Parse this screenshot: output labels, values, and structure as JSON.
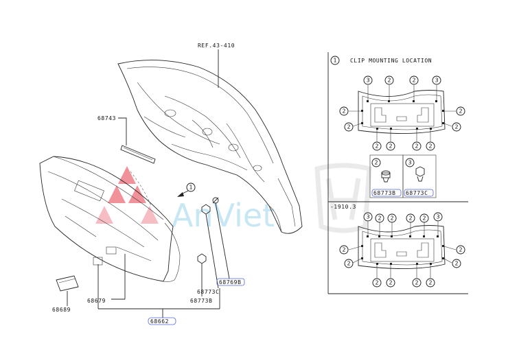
{
  "diagram": {
    "ref_label": "REF.43-410",
    "callout_main": "1",
    "part_numbers": {
      "p68743": "68743",
      "p68769b": "68769B",
      "p68773c": "68773C",
      "p68773b": "68773B",
      "p68679": "68679",
      "p68689": "68689",
      "p68662": "68662"
    },
    "detail": {
      "callout": "1",
      "title": "CLIP MOUNTING LOCATION",
      "clip_b_callout": "2",
      "clip_c_callout": "3",
      "clip_b_part": "68773B",
      "clip_c_part": "68773C",
      "date_label": "-1910.3",
      "upper_numbers": [
        "3",
        "2",
        "2",
        "3",
        "2",
        "2",
        "2",
        "2",
        "2",
        "2",
        "2",
        "2"
      ],
      "lower_numbers": [
        "3",
        "2",
        "2",
        "2",
        "2",
        "3",
        "2",
        "2",
        "2",
        "2",
        "2",
        "2",
        "2",
        "2"
      ]
    },
    "watermark": {
      "text": "AnViet",
      "brand_color": "#e63946",
      "text_color": "#7ec8e3"
    }
  }
}
